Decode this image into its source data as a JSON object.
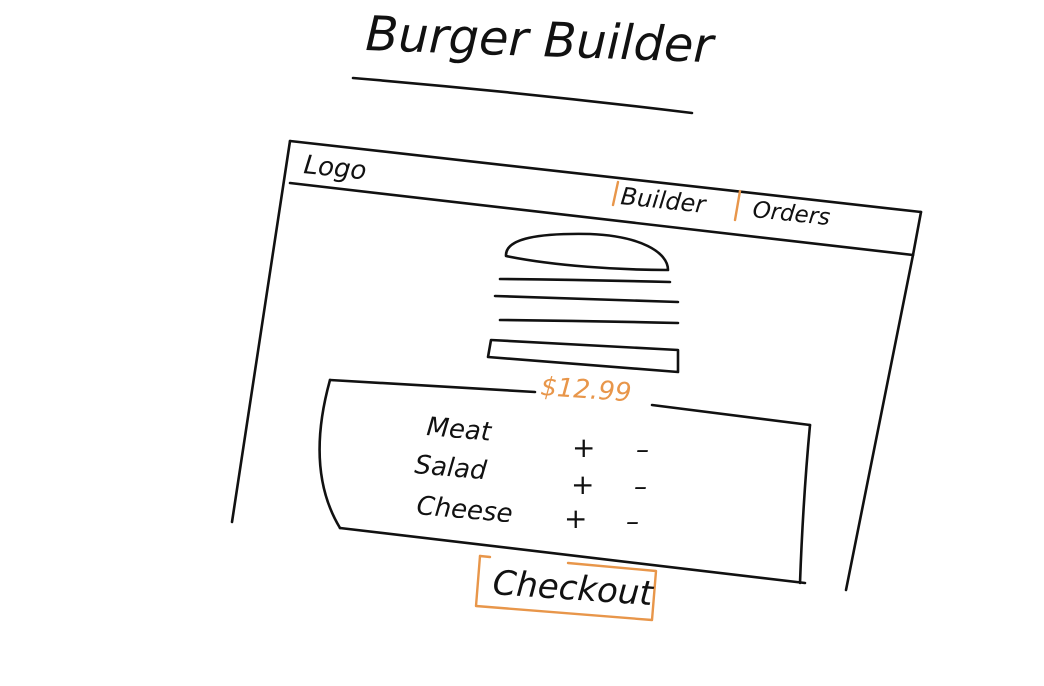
{
  "title": "Burger Builder",
  "app": {
    "logo": "Logo",
    "nav": {
      "builder": "Builder",
      "orders": "Orders"
    },
    "price": "$12.99",
    "controls": [
      {
        "label": "Meat",
        "add": "+",
        "remove": "–"
      },
      {
        "label": "Salad",
        "add": "+",
        "remove": "–"
      },
      {
        "label": "Cheese",
        "add": "+",
        "remove": "–"
      }
    ],
    "checkout": "Checkout"
  },
  "colors": {
    "ink": "#111111",
    "accent": "#e8964a"
  }
}
